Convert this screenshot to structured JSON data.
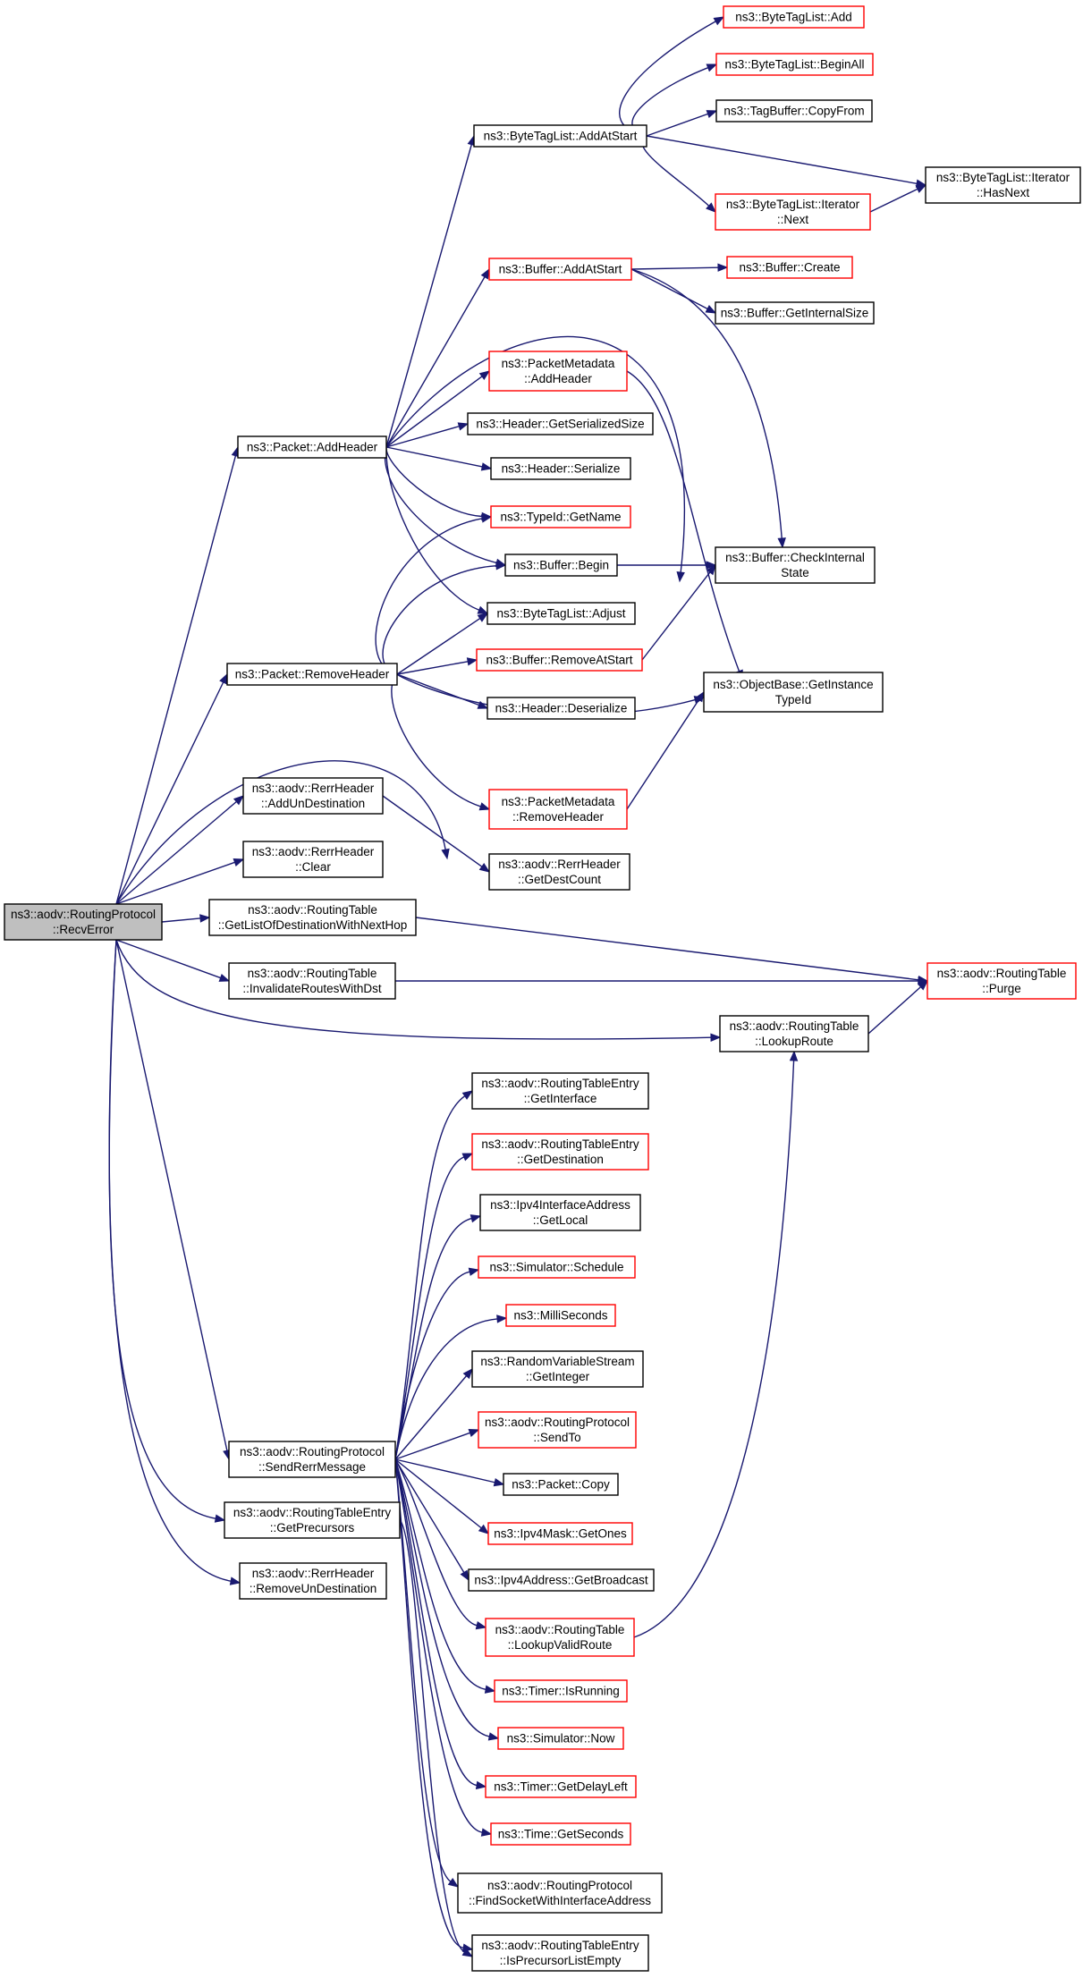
{
  "colors": {
    "edge": "#191970",
    "node_border": "#000000",
    "truncated_node_border": "#ff0000",
    "root_fill": "#bfbfbf"
  },
  "nodes": [
    {
      "id": "recv_error",
      "lines": [
        "ns3::aodv::RoutingProtocol",
        "::RecvError"
      ],
      "style": "root"
    },
    {
      "id": "packet_add_header",
      "lines": [
        "ns3::Packet::AddHeader"
      ],
      "style": "normal"
    },
    {
      "id": "packet_remove_header",
      "lines": [
        "ns3::Packet::RemoveHeader"
      ],
      "style": "normal"
    },
    {
      "id": "rerr_add_un_destination",
      "lines": [
        "ns3::aodv::RerrHeader",
        "::AddUnDestination"
      ],
      "style": "normal"
    },
    {
      "id": "rerr_clear",
      "lines": [
        "ns3::aodv::RerrHeader",
        "::Clear"
      ],
      "style": "normal"
    },
    {
      "id": "rt_get_list_of_destination",
      "lines": [
        "ns3::aodv::RoutingTable",
        "::GetListOfDestinationWithNextHop"
      ],
      "style": "normal"
    },
    {
      "id": "rt_invalidate_routes",
      "lines": [
        "ns3::aodv::RoutingTable",
        "::InvalidateRoutesWithDst"
      ],
      "style": "normal"
    },
    {
      "id": "rp_send_rerr_message",
      "lines": [
        "ns3::aodv::RoutingProtocol",
        "::SendRerrMessage"
      ],
      "style": "normal"
    },
    {
      "id": "rte_get_precursors",
      "lines": [
        "ns3::aodv::RoutingTableEntry",
        "::GetPrecursors"
      ],
      "style": "normal"
    },
    {
      "id": "rerr_remove_un_destination",
      "lines": [
        "ns3::aodv::RerrHeader",
        "::RemoveUnDestination"
      ],
      "style": "normal"
    },
    {
      "id": "btl_add_at_start",
      "lines": [
        "ns3::ByteTagList::AddAtStart"
      ],
      "style": "normal"
    },
    {
      "id": "buffer_add_at_start",
      "lines": [
        "ns3::Buffer::AddAtStart"
      ],
      "style": "red"
    },
    {
      "id": "pm_add_header",
      "lines": [
        "ns3::PacketMetadata",
        "::AddHeader"
      ],
      "style": "red"
    },
    {
      "id": "header_get_serialized_size",
      "lines": [
        "ns3::Header::GetSerializedSize"
      ],
      "style": "normal"
    },
    {
      "id": "header_serialize",
      "lines": [
        "ns3::Header::Serialize"
      ],
      "style": "normal"
    },
    {
      "id": "typeid_get_name",
      "lines": [
        "ns3::TypeId::GetName"
      ],
      "style": "red"
    },
    {
      "id": "buffer_begin",
      "lines": [
        "ns3::Buffer::Begin"
      ],
      "style": "normal"
    },
    {
      "id": "btl_adjust",
      "lines": [
        "ns3::ByteTagList::Adjust"
      ],
      "style": "normal"
    },
    {
      "id": "buffer_remove_at_start",
      "lines": [
        "ns3::Buffer::RemoveAtStart"
      ],
      "style": "red"
    },
    {
      "id": "header_deserialize",
      "lines": [
        "ns3::Header::Deserialize"
      ],
      "style": "normal"
    },
    {
      "id": "pm_remove_header",
      "lines": [
        "ns3::PacketMetadata",
        "::RemoveHeader"
      ],
      "style": "red"
    },
    {
      "id": "rerr_get_dest_count",
      "lines": [
        "ns3::aodv::RerrHeader",
        "::GetDestCount"
      ],
      "style": "normal"
    },
    {
      "id": "btl_add",
      "lines": [
        "ns3::ByteTagList::Add"
      ],
      "style": "red"
    },
    {
      "id": "btl_begin_all",
      "lines": [
        "ns3::ByteTagList::BeginAll"
      ],
      "style": "red"
    },
    {
      "id": "tagbuffer_copy_from",
      "lines": [
        "ns3::TagBuffer::CopyFrom"
      ],
      "style": "normal"
    },
    {
      "id": "btl_iterator_next",
      "lines": [
        "ns3::ByteTagList::Iterator",
        "::Next"
      ],
      "style": "red"
    },
    {
      "id": "btl_iterator_has_next",
      "lines": [
        "ns3::ByteTagList::Iterator",
        "::HasNext"
      ],
      "style": "normal"
    },
    {
      "id": "buffer_create",
      "lines": [
        "ns3::Buffer::Create"
      ],
      "style": "red"
    },
    {
      "id": "buffer_get_internal_size",
      "lines": [
        "ns3::Buffer::GetInternalSize"
      ],
      "style": "normal"
    },
    {
      "id": "buffer_check_internal_state",
      "lines": [
        "ns3::Buffer::CheckInternal",
        "State"
      ],
      "style": "normal"
    },
    {
      "id": "objectbase_get_instance_typeid",
      "lines": [
        "ns3::ObjectBase::GetInstance",
        "TypeId"
      ],
      "style": "normal"
    },
    {
      "id": "rt_purge",
      "lines": [
        "ns3::aodv::RoutingTable",
        "::Purge"
      ],
      "style": "red"
    },
    {
      "id": "rt_lookup_route",
      "lines": [
        "ns3::aodv::RoutingTable",
        "::LookupRoute"
      ],
      "style": "normal"
    },
    {
      "id": "rte_get_interface",
      "lines": [
        "ns3::aodv::RoutingTableEntry",
        "::GetInterface"
      ],
      "style": "normal"
    },
    {
      "id": "rte_get_destination",
      "lines": [
        "ns3::aodv::RoutingTableEntry",
        "::GetDestination"
      ],
      "style": "red"
    },
    {
      "id": "ipv4ia_get_local",
      "lines": [
        "ns3::Ipv4InterfaceAddress",
        "::GetLocal"
      ],
      "style": "normal"
    },
    {
      "id": "simulator_schedule",
      "lines": [
        "ns3::Simulator::Schedule"
      ],
      "style": "red"
    },
    {
      "id": "milliseconds",
      "lines": [
        "ns3::MilliSeconds"
      ],
      "style": "red"
    },
    {
      "id": "rvs_get_integer",
      "lines": [
        "ns3::RandomVariableStream",
        "::GetInteger"
      ],
      "style": "normal"
    },
    {
      "id": "rp_send_to",
      "lines": [
        "ns3::aodv::RoutingProtocol",
        "::SendTo"
      ],
      "style": "red"
    },
    {
      "id": "packet_copy",
      "lines": [
        "ns3::Packet::Copy"
      ],
      "style": "normal"
    },
    {
      "id": "ipv4mask_get_ones",
      "lines": [
        "ns3::Ipv4Mask::GetOnes"
      ],
      "style": "red"
    },
    {
      "id": "ipv4address_get_broadcast",
      "lines": [
        "ns3::Ipv4Address::GetBroadcast"
      ],
      "style": "normal"
    },
    {
      "id": "rt_lookup_valid_route",
      "lines": [
        "ns3::aodv::RoutingTable",
        "::LookupValidRoute"
      ],
      "style": "red"
    },
    {
      "id": "timer_is_running",
      "lines": [
        "ns3::Timer::IsRunning"
      ],
      "style": "red"
    },
    {
      "id": "simulator_now",
      "lines": [
        "ns3::Simulator::Now"
      ],
      "style": "red"
    },
    {
      "id": "timer_get_delay_left",
      "lines": [
        "ns3::Timer::GetDelayLeft"
      ],
      "style": "red"
    },
    {
      "id": "time_get_seconds",
      "lines": [
        "ns3::Time::GetSeconds"
      ],
      "style": "red"
    },
    {
      "id": "rp_find_socket",
      "lines": [
        "ns3::aodv::RoutingProtocol",
        "::FindSocketWithInterfaceAddress"
      ],
      "style": "normal"
    },
    {
      "id": "rte_is_precursor_list_empty",
      "lines": [
        "ns3::aodv::RoutingTableEntry",
        "::IsPrecursorListEmpty"
      ],
      "style": "normal"
    }
  ],
  "edges": [
    [
      "recv_error",
      "packet_add_header"
    ],
    [
      "recv_error",
      "packet_remove_header"
    ],
    [
      "recv_error",
      "rerr_add_un_destination"
    ],
    [
      "recv_error",
      "rerr_clear"
    ],
    [
      "recv_error",
      "rt_get_list_of_destination"
    ],
    [
      "recv_error",
      "rt_invalidate_routes"
    ],
    [
      "recv_error",
      "rt_lookup_route"
    ],
    [
      "recv_error",
      "rp_send_rerr_message"
    ],
    [
      "recv_error",
      "rte_get_precursors"
    ],
    [
      "recv_error",
      "rerr_remove_un_destination"
    ],
    [
      "recv_error",
      "rerr_get_dest_count"
    ],
    [
      "packet_add_header",
      "btl_add_at_start"
    ],
    [
      "packet_add_header",
      "buffer_add_at_start"
    ],
    [
      "packet_add_header",
      "objectbase_get_instance_typeid"
    ],
    [
      "packet_add_header",
      "pm_add_header"
    ],
    [
      "packet_add_header",
      "header_get_serialized_size"
    ],
    [
      "packet_add_header",
      "header_serialize"
    ],
    [
      "packet_add_header",
      "typeid_get_name"
    ],
    [
      "packet_add_header",
      "buffer_begin"
    ],
    [
      "packet_add_header",
      "btl_adjust"
    ],
    [
      "packet_remove_header",
      "typeid_get_name"
    ],
    [
      "packet_remove_header",
      "buffer_begin"
    ],
    [
      "packet_remove_header",
      "btl_adjust"
    ],
    [
      "packet_remove_header",
      "buffer_remove_at_start"
    ],
    [
      "packet_remove_header",
      "header_deserialize"
    ],
    [
      "packet_remove_header",
      "objectbase_get_instance_typeid"
    ],
    [
      "packet_remove_header",
      "pm_remove_header"
    ],
    [
      "rerr_add_un_destination",
      "rerr_get_dest_count"
    ],
    [
      "rt_get_list_of_destination",
      "rt_purge"
    ],
    [
      "rt_invalidate_routes",
      "rt_purge"
    ],
    [
      "rt_lookup_route",
      "rt_purge"
    ],
    [
      "btl_add_at_start",
      "btl_add"
    ],
    [
      "btl_add_at_start",
      "btl_begin_all"
    ],
    [
      "btl_add_at_start",
      "tagbuffer_copy_from"
    ],
    [
      "btl_add_at_start",
      "btl_iterator_has_next"
    ],
    [
      "btl_add_at_start",
      "btl_iterator_next"
    ],
    [
      "btl_iterator_next",
      "btl_iterator_has_next"
    ],
    [
      "buffer_add_at_start",
      "buffer_create"
    ],
    [
      "buffer_add_at_start",
      "buffer_get_internal_size"
    ],
    [
      "buffer_add_at_start",
      "buffer_check_internal_state"
    ],
    [
      "pm_add_header",
      "objectbase_get_instance_typeid"
    ],
    [
      "buffer_begin",
      "buffer_check_internal_state"
    ],
    [
      "buffer_remove_at_start",
      "buffer_check_internal_state"
    ],
    [
      "pm_remove_header",
      "objectbase_get_instance_typeid"
    ],
    [
      "rp_send_rerr_message",
      "rte_get_interface"
    ],
    [
      "rp_send_rerr_message",
      "rte_get_destination"
    ],
    [
      "rp_send_rerr_message",
      "ipv4ia_get_local"
    ],
    [
      "rp_send_rerr_message",
      "simulator_schedule"
    ],
    [
      "rp_send_rerr_message",
      "milliseconds"
    ],
    [
      "rp_send_rerr_message",
      "rvs_get_integer"
    ],
    [
      "rp_send_rerr_message",
      "rp_send_to"
    ],
    [
      "rp_send_rerr_message",
      "packet_copy"
    ],
    [
      "rp_send_rerr_message",
      "ipv4mask_get_ones"
    ],
    [
      "rp_send_rerr_message",
      "ipv4address_get_broadcast"
    ],
    [
      "rp_send_rerr_message",
      "rt_lookup_valid_route"
    ],
    [
      "rp_send_rerr_message",
      "timer_is_running"
    ],
    [
      "rp_send_rerr_message",
      "simulator_now"
    ],
    [
      "rp_send_rerr_message",
      "timer_get_delay_left"
    ],
    [
      "rp_send_rerr_message",
      "time_get_seconds"
    ],
    [
      "rp_send_rerr_message",
      "rp_find_socket"
    ],
    [
      "rp_send_rerr_message",
      "rte_is_precursor_list_empty"
    ],
    [
      "rte_get_precursors",
      "rte_is_precursor_list_empty"
    ],
    [
      "rt_lookup_valid_route",
      "rt_lookup_route"
    ]
  ]
}
